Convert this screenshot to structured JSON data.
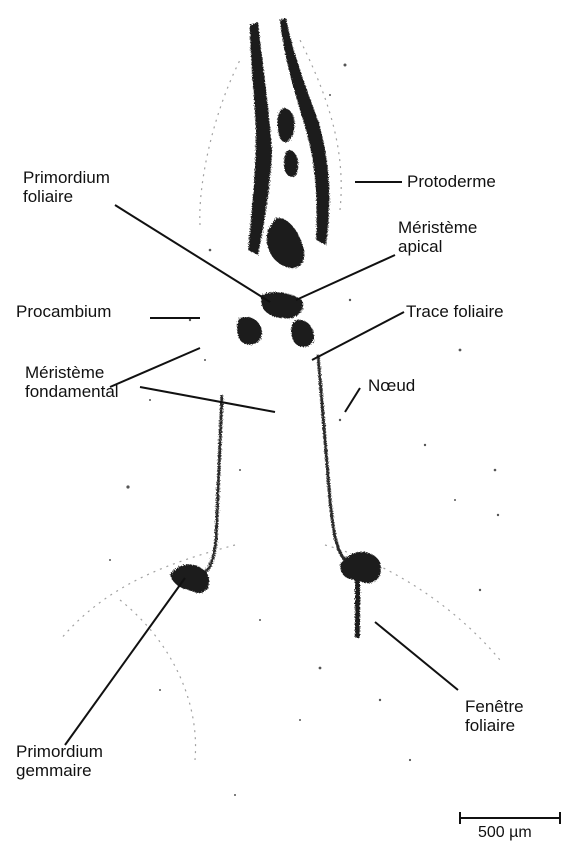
{
  "labels": {
    "primordium_foliaire": [
      "Primordium",
      "foliaire"
    ],
    "protoderme": "Protoderme",
    "meristeme_apical": [
      "Méristème",
      "apical"
    ],
    "procambium": "Procambium",
    "trace_foliaire": "Trace foliaire",
    "meristeme_fondamental": [
      "Méristème",
      "fondamental"
    ],
    "noeud": "Nœud",
    "fenetre_foliaire": [
      "Fenêtre",
      "foliaire"
    ],
    "primordium_gemmaire": [
      "Primordium",
      "gemmaire"
    ]
  },
  "scale_bar": {
    "label": "500 µm"
  },
  "colors": {
    "ink": "#111111",
    "tissue": "#1e1e1e",
    "stipple": "#555555"
  }
}
